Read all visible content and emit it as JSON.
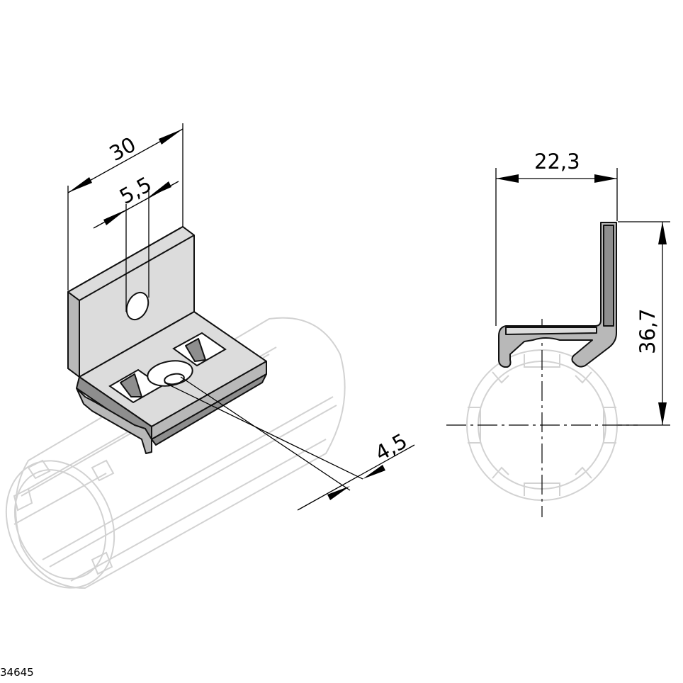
{
  "dimensions": {
    "width_total": "30",
    "hole_width": "5,5",
    "hole_diameter": "4,5",
    "side_width": "22,3",
    "side_height": "36,7"
  },
  "part_number": "34645",
  "colors": {
    "tube": "#d2d2d2",
    "part_mid": "#b8b8b8",
    "part_light": "#dcdcdc",
    "part_dark": "#8e8e8e",
    "line": "#000000"
  }
}
